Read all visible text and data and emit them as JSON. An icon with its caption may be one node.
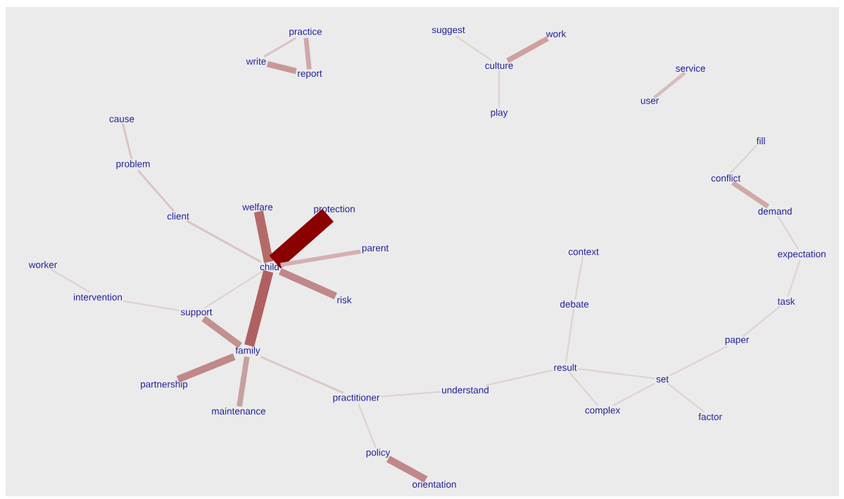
{
  "diagram": {
    "nodes": [
      {
        "text": [
          "practice"
        ]
      },
      {
        "text": [
          "write"
        ]
      },
      {
        "text": [
          "report"
        ]
      },
      {
        "text": [
          "suggest"
        ]
      },
      {
        "text": [
          "work"
        ]
      },
      {
        "text": [
          "culture"
        ]
      },
      {
        "text": [
          "play"
        ]
      },
      {
        "text": [
          "service"
        ]
      },
      {
        "text": [
          "user"
        ]
      },
      {
        "text": [
          "cause"
        ]
      },
      {
        "text": [
          "problem"
        ]
      },
      {
        "text": [
          "fill"
        ]
      },
      {
        "text": [
          "conflict"
        ]
      },
      {
        "text": [
          "client"
        ]
      },
      {
        "text": [
          "welfare"
        ]
      },
      {
        "text": [
          "protection"
        ]
      },
      {
        "text": [
          "demand"
        ]
      },
      {
        "text": [
          "parent"
        ]
      },
      {
        "text": [
          "context"
        ]
      },
      {
        "text": [
          "expectation"
        ]
      },
      {
        "text": [
          "worker"
        ]
      },
      {
        "text": [
          "child"
        ]
      },
      {
        "text": [
          "intervention"
        ]
      },
      {
        "text": [
          "risk"
        ]
      },
      {
        "text": [
          "debate"
        ]
      },
      {
        "text": [
          "task"
        ]
      },
      {
        "text": [
          "support"
        ]
      },
      {
        "text": [
          "paper"
        ]
      },
      {
        "text": [
          "family"
        ]
      },
      {
        "text": [
          "result"
        ]
      },
      {
        "text": [
          "set"
        ]
      },
      {
        "text": [
          "partnership"
        ]
      },
      {
        "text": [
          "understand"
        ]
      },
      {
        "text": [
          "practitioner"
        ]
      },
      {
        "text": [
          "complex"
        ]
      },
      {
        "text": [
          "factor"
        ]
      },
      {
        "text": [
          "maintenance"
        ]
      },
      {
        "text": [
          "policy"
        ]
      },
      {
        "text": [
          "orientation"
        ]
      }
    ],
    "edges": [
      {
        "from": 0,
        "to": 1,
        "arrow": "none",
        "color": "#dcc2c2"
      },
      {
        "from": 0,
        "to": 2,
        "arrow": "none",
        "style": "thick",
        "color": "#d0a8a8"
      },
      {
        "from": 1,
        "to": 2,
        "arrow": "none",
        "style": "thick",
        "color": "#c89898"
      },
      {
        "from": 3,
        "to": 5,
        "arrow": "none"
      },
      {
        "from": 5,
        "to": 4,
        "arrow": "none",
        "style": "thick",
        "color": "#cfa0a0"
      },
      {
        "from": 5,
        "to": 6,
        "arrow": "none"
      },
      {
        "from": 7,
        "to": 8,
        "arrow": "none",
        "style": "thick",
        "color": "#d8bcbc"
      },
      {
        "from": 9,
        "to": 10,
        "arrow": "none",
        "color": "#dcc4c4"
      },
      {
        "from": 10,
        "to": 13,
        "arrow": "none",
        "color": "#dcc4c4"
      },
      {
        "from": 13,
        "to": 21,
        "arrow": "none",
        "color": "#dcc4c4"
      },
      {
        "from": 21,
        "to": 14,
        "arrow": "none",
        "style": "thick",
        "color": "#b56a6a"
      },
      {
        "from": 21,
        "to": 15,
        "arrow": "none",
        "style": "thick",
        "color": "#8b0000"
      },
      {
        "from": 21,
        "to": 17,
        "arrow": "none",
        "style": "thick",
        "color": "#d4b0b0"
      },
      {
        "from": 21,
        "to": 23,
        "arrow": "none",
        "style": "thick",
        "color": "#c08888"
      },
      {
        "from": 20,
        "to": 22,
        "arrow": "none"
      },
      {
        "from": 22,
        "to": 26,
        "arrow": "none"
      },
      {
        "from": 26,
        "to": 21,
        "arrow": "none"
      },
      {
        "from": 26,
        "to": 28,
        "arrow": "none",
        "style": "thick",
        "color": "#c49090"
      },
      {
        "from": 21,
        "to": 28,
        "arrow": "none",
        "style": "thick",
        "color": "#b06060"
      },
      {
        "from": 28,
        "to": 31,
        "arrow": "none",
        "style": "thick",
        "color": "#c08888"
      },
      {
        "from": 28,
        "to": 36,
        "arrow": "none",
        "style": "thick",
        "color": "#c8a0a0"
      },
      {
        "from": 28,
        "to": 33,
        "arrow": "none",
        "color": "#dcc8c8"
      },
      {
        "from": 33,
        "to": 32,
        "arrow": "none"
      },
      {
        "from": 33,
        "to": 37,
        "arrow": "none"
      },
      {
        "from": 37,
        "to": 38,
        "arrow": "none",
        "style": "thick",
        "color": "#c08888"
      },
      {
        "from": 32,
        "to": 29,
        "arrow": "none"
      },
      {
        "from": 18,
        "to": 24,
        "arrow": "none"
      },
      {
        "from": 24,
        "to": 29,
        "arrow": "none"
      },
      {
        "from": 29,
        "to": 30,
        "arrow": "none"
      },
      {
        "from": 29,
        "to": 34,
        "arrow": "none"
      },
      {
        "from": 34,
        "to": 30,
        "arrow": "none"
      },
      {
        "from": 30,
        "to": 35,
        "arrow": "none"
      },
      {
        "from": 30,
        "to": 27,
        "arrow": "none"
      },
      {
        "from": 27,
        "to": 25,
        "arrow": "none"
      },
      {
        "from": 25,
        "to": 19,
        "arrow": "none"
      },
      {
        "from": 19,
        "to": 16,
        "arrow": "none"
      },
      {
        "from": 16,
        "to": 12,
        "arrow": "none",
        "style": "thick",
        "color": "#d0a8a8"
      },
      {
        "from": 12,
        "to": 11,
        "arrow": "none"
      }
    ]
  }
}
